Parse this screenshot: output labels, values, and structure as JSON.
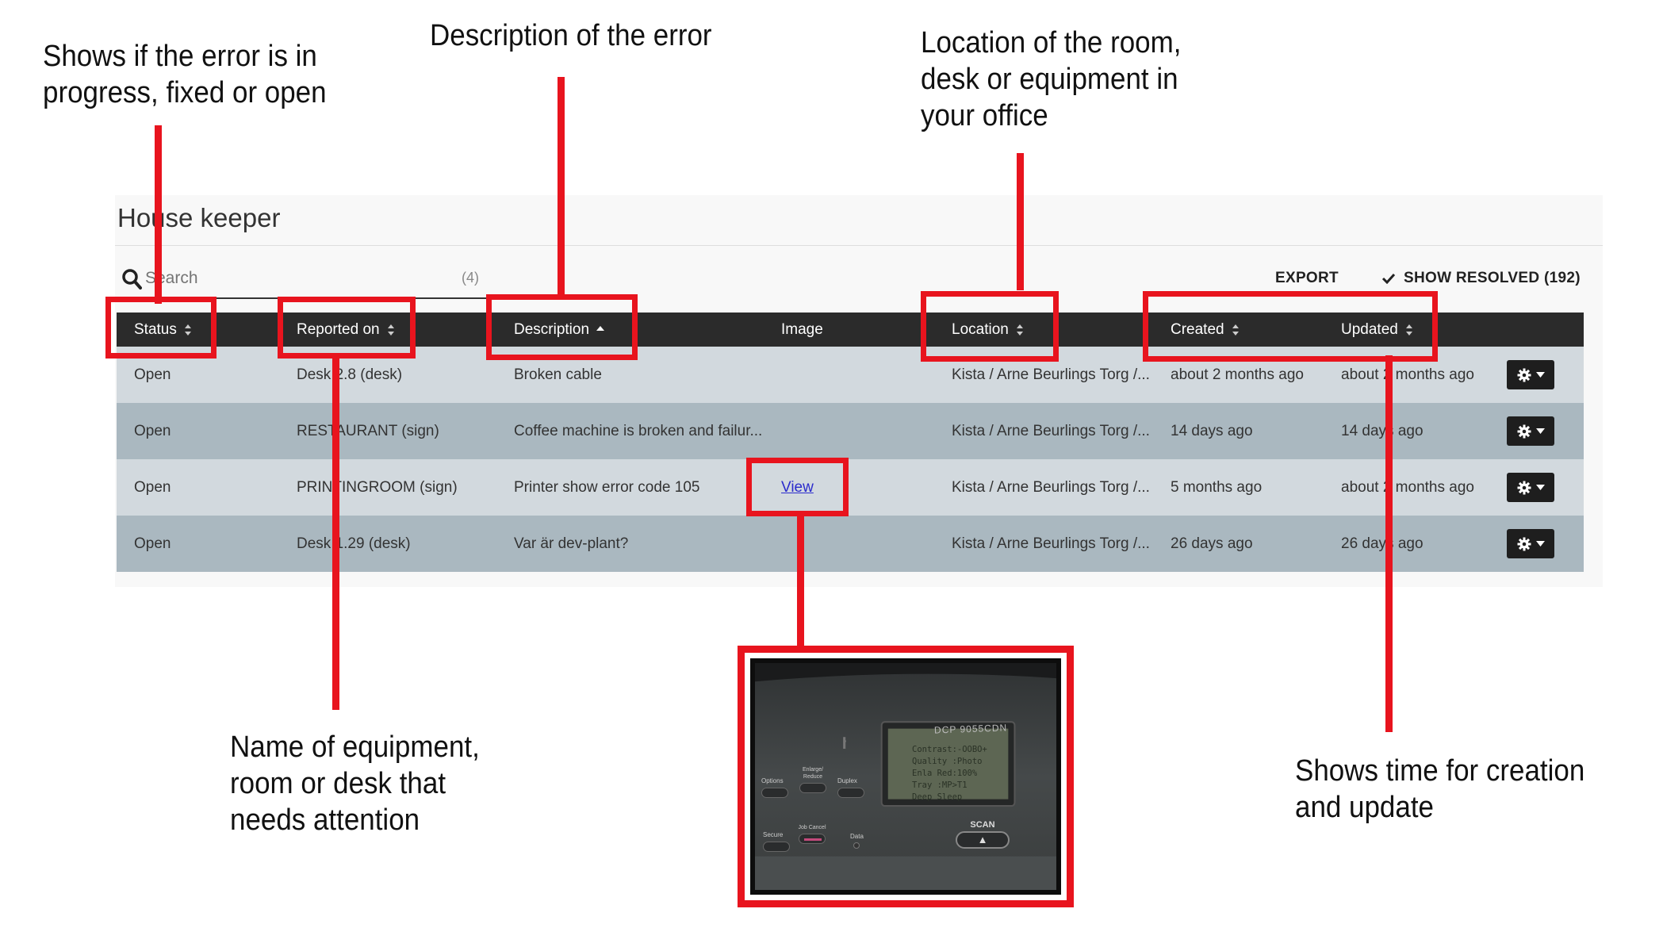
{
  "annotations": {
    "status": "Shows if the error is in\nprogress, fixed or open",
    "description": "Description of the error",
    "location": "Location of the room,\ndesk or equipment in\nyour office",
    "reported_on": "Name of equipment,\nroom or desk that\nneeds attention",
    "created_updated": "Shows time for creation\nand update"
  },
  "panel": {
    "title": "House keeper",
    "search_placeholder": "Search",
    "search_count": "(4)",
    "export_label": "EXPORT",
    "show_resolved_label": "SHOW RESOLVED (192)"
  },
  "table": {
    "headers": {
      "status": "Status",
      "reported_on": "Reported on",
      "description": "Description",
      "image": "Image",
      "location": "Location",
      "created": "Created",
      "updated": "Updated"
    },
    "rows": [
      {
        "status": "Open",
        "reported_on": "Desk 2.8 (desk)",
        "description": "Broken cable",
        "image": "",
        "location": "Kista / Arne Beurlings Torg /...",
        "created": "about 2 months ago",
        "updated": "about 2 months ago"
      },
      {
        "status": "Open",
        "reported_on": "RESTAURANT (sign)",
        "description": "Coffee machine is broken and failur...",
        "image": "",
        "location": "Kista / Arne Beurlings Torg /...",
        "created": "14 days ago",
        "updated": "14 days ago"
      },
      {
        "status": "Open",
        "reported_on": "PRINTINGROOM (sign)",
        "description": "Printer show error code 105",
        "image": "View",
        "location": "Kista / Arne Beurlings Torg /...",
        "created": "5 months ago",
        "updated": "about 2 months ago"
      },
      {
        "status": "Open",
        "reported_on": "Desk 1.29 (desk)",
        "description": "Var är dev-plant?",
        "image": "",
        "location": "Kista / Arne Beurlings Torg /...",
        "created": "26 days ago",
        "updated": "26 days ago"
      }
    ]
  },
  "printer_photo": {
    "model": "DCP 9055CDN",
    "screen_lines": [
      "Contrast:-OOBO+",
      "Quality :Photo",
      "Enla Red:100%",
      "Tray  :MP>T1",
      "Deep Sleep"
    ],
    "button_labels": [
      "Options",
      "Enlarge/ Reduce",
      "Duplex",
      "Secure",
      "Job Cancel",
      "Data",
      "SCAN"
    ]
  },
  "colors": {
    "annotation_red": "#e8141e",
    "table_header": "#2b2b2b",
    "row_light": "#d2d9de",
    "row_dark": "#aab8c0",
    "link": "#2b2bcc"
  }
}
